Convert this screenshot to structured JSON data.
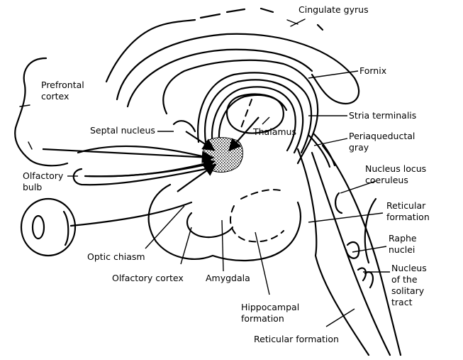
{
  "figure": {
    "title": "Limbic system connections (sagittal brain section)",
    "labels": {
      "cingulate_gyrus": "Cingulate gyrus",
      "fornix": "Fornix",
      "prefrontal_cortex": "Prefrontal\ncortex",
      "stria_terminalis": "Stria terminalis",
      "septal_nucleus": "Septal nucleus",
      "thalamus": "Thalamus",
      "periaqueductal_gray": "Periaqueductal\ngray",
      "olfactory_bulb": "Olfactory\nbulb",
      "nucleus_locus_coeruleus": "Nucleus locus\ncoeruleus",
      "reticular_formation_right": "Reticular\nformation",
      "raphe_nuclei": "Raphe\nnuclei",
      "optic_chiasm": "Optic chiasm",
      "nucleus_solitary_tract": "Nucleus\nof the\nsolitary\ntract",
      "olfactory_cortex": "Olfactory cortex",
      "amygdala": "Amygdala",
      "hippocampal_formation": "Hippocampal\nformation",
      "reticular_formation_bottom": "Reticular formation"
    },
    "colors": {
      "ink": "#000000",
      "background": "#ffffff"
    }
  }
}
